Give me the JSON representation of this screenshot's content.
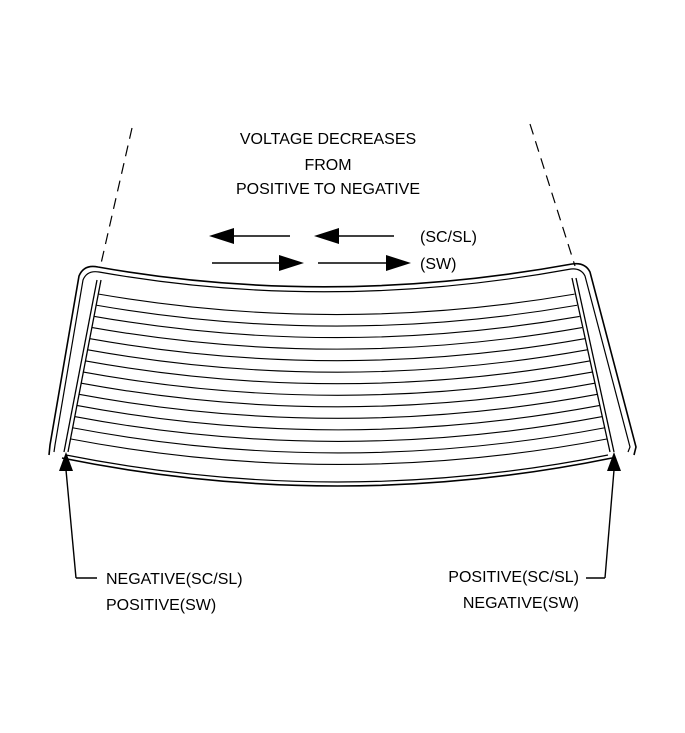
{
  "heading": {
    "line1": "VOLTAGE DECREASES",
    "line2": "FROM",
    "line3": "POSITIVE TO NEGATIVE"
  },
  "flow": {
    "sc_sl_label": "(SC/SL)",
    "sw_label": "(SW)"
  },
  "left_terminal": {
    "line1": "NEGATIVE(SC/SL)",
    "line2": "POSITIVE(SW)"
  },
  "right_terminal": {
    "line1": "POSITIVE(SC/SL)",
    "line2": "NEGATIVE(SW)"
  },
  "grid": {
    "heater_line_count": 14
  },
  "colors": {
    "ink": "#000000",
    "background": "#ffffff"
  }
}
